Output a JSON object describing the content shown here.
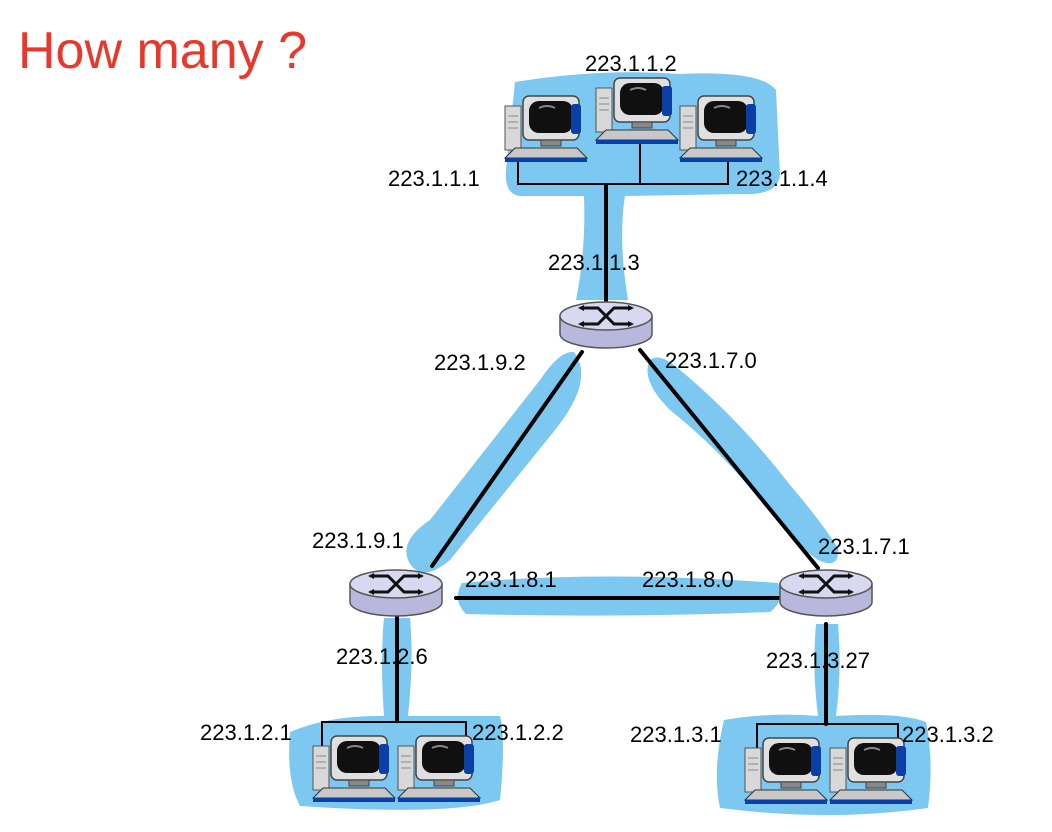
{
  "title": "How many ?",
  "colors": {
    "title": "#e8372b",
    "subnet_fill": "#7cc8f0",
    "router_top": "#d8d8f0",
    "router_side": "#b8b8dc",
    "link": "#000000"
  },
  "icons": {
    "router": "router-icon",
    "host": "desktop-computer-icon"
  },
  "labels": {
    "top_router_up": "223.1.1.3",
    "top_router_left": "223.1.9.2",
    "top_router_right": "223.1.7.0",
    "left_router_up": "223.1.9.1",
    "left_router_right": "223.1.8.1",
    "left_router_down": "223.1.2.6",
    "right_router_up": "223.1.7.1",
    "right_router_left": "223.1.8.0",
    "right_router_down": "223.1.3.27",
    "top_host_left": "223.1.1.1",
    "top_host_mid": "223.1.1.2",
    "top_host_right": "223.1.1.4",
    "bl_host_left": "223.1.2.1",
    "bl_host_right": "223.1.2.2",
    "br_host_left": "223.1.3.1",
    "br_host_right": "223.1.3.2"
  }
}
